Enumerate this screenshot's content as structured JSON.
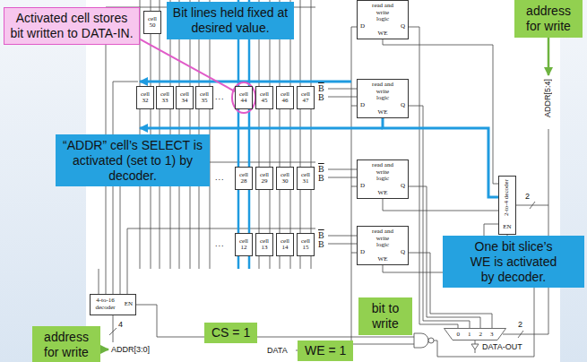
{
  "diagram": {
    "nodes": [
      {
        "text": [
          "Activated cell stores bit written to DATA-IN."
        ]
      },
      {
        "text": [
          "cell 50"
        ]
      },
      {
        "text": [
          "Bit lines held fixed at desired value."
        ]
      },
      {
        "text": [
          "address for write"
        ]
      },
      {
        "text": [
          "read and write logic",
          "D",
          "Q",
          "WE"
        ]
      },
      {
        "text": [
          "cell 32"
        ]
      },
      {
        "text": [
          "cell 33"
        ]
      },
      {
        "text": [
          "cell 34"
        ]
      },
      {
        "text": [
          "cell 35"
        ]
      },
      {
        "text": [
          "cell 44"
        ]
      },
      {
        "text": [
          "cell 45"
        ]
      },
      {
        "text": [
          "cell 46"
        ]
      },
      {
        "text": [
          "cell 47"
        ]
      },
      {
        "text": [
          "read and write logic",
          "D",
          "Q",
          "WE"
        ]
      },
      {
        "text": [
          "“ADDR” cell’s SELECT is activated (set to 1) by decoder."
        ]
      },
      {
        "text": [
          "cell 28"
        ]
      },
      {
        "text": [
          "cell 29"
        ]
      },
      {
        "text": [
          "cell 30"
        ]
      },
      {
        "text": [
          "cell 31"
        ]
      },
      {
        "text": [
          "read and write logic",
          "D",
          "Q",
          "WE"
        ]
      },
      {
        "text": [
          "2-to-4 decoder",
          "EN"
        ]
      },
      {
        "text": [
          "cell 12"
        ]
      },
      {
        "text": [
          "cell 13"
        ]
      },
      {
        "text": [
          "cell 14"
        ]
      },
      {
        "text": [
          "cell 15"
        ]
      },
      {
        "text": [
          "read and write logic",
          "D",
          "Q",
          "WE"
        ]
      },
      {
        "text": [
          "One bit slice’s WE is activated by decoder."
        ]
      },
      {
        "text": [
          "4-to-16 decoder",
          "EN"
        ]
      },
      {
        "text": [
          "bit to write"
        ]
      },
      {
        "text": [
          "address for write"
        ]
      },
      {
        "text": [
          "CS = 1"
        ]
      },
      {
        "text": [
          "WE = 1"
        ]
      },
      {
        "text": [
          "0",
          "1",
          "2",
          "3"
        ]
      }
    ],
    "edges": [
      {
        "from": 0,
        "to": 9,
        "arrow": "none"
      },
      {
        "from": 20,
        "to": 13,
        "arrow": "none"
      }
    ],
    "labels": [
      "B",
      "B",
      "B",
      "B",
      "B",
      "B",
      "...",
      "...",
      "...",
      "ADDR[5:4]",
      "2",
      "2",
      "4",
      "ADDR[3:0]",
      "DATA",
      "DATA-OUT"
    ]
  }
}
